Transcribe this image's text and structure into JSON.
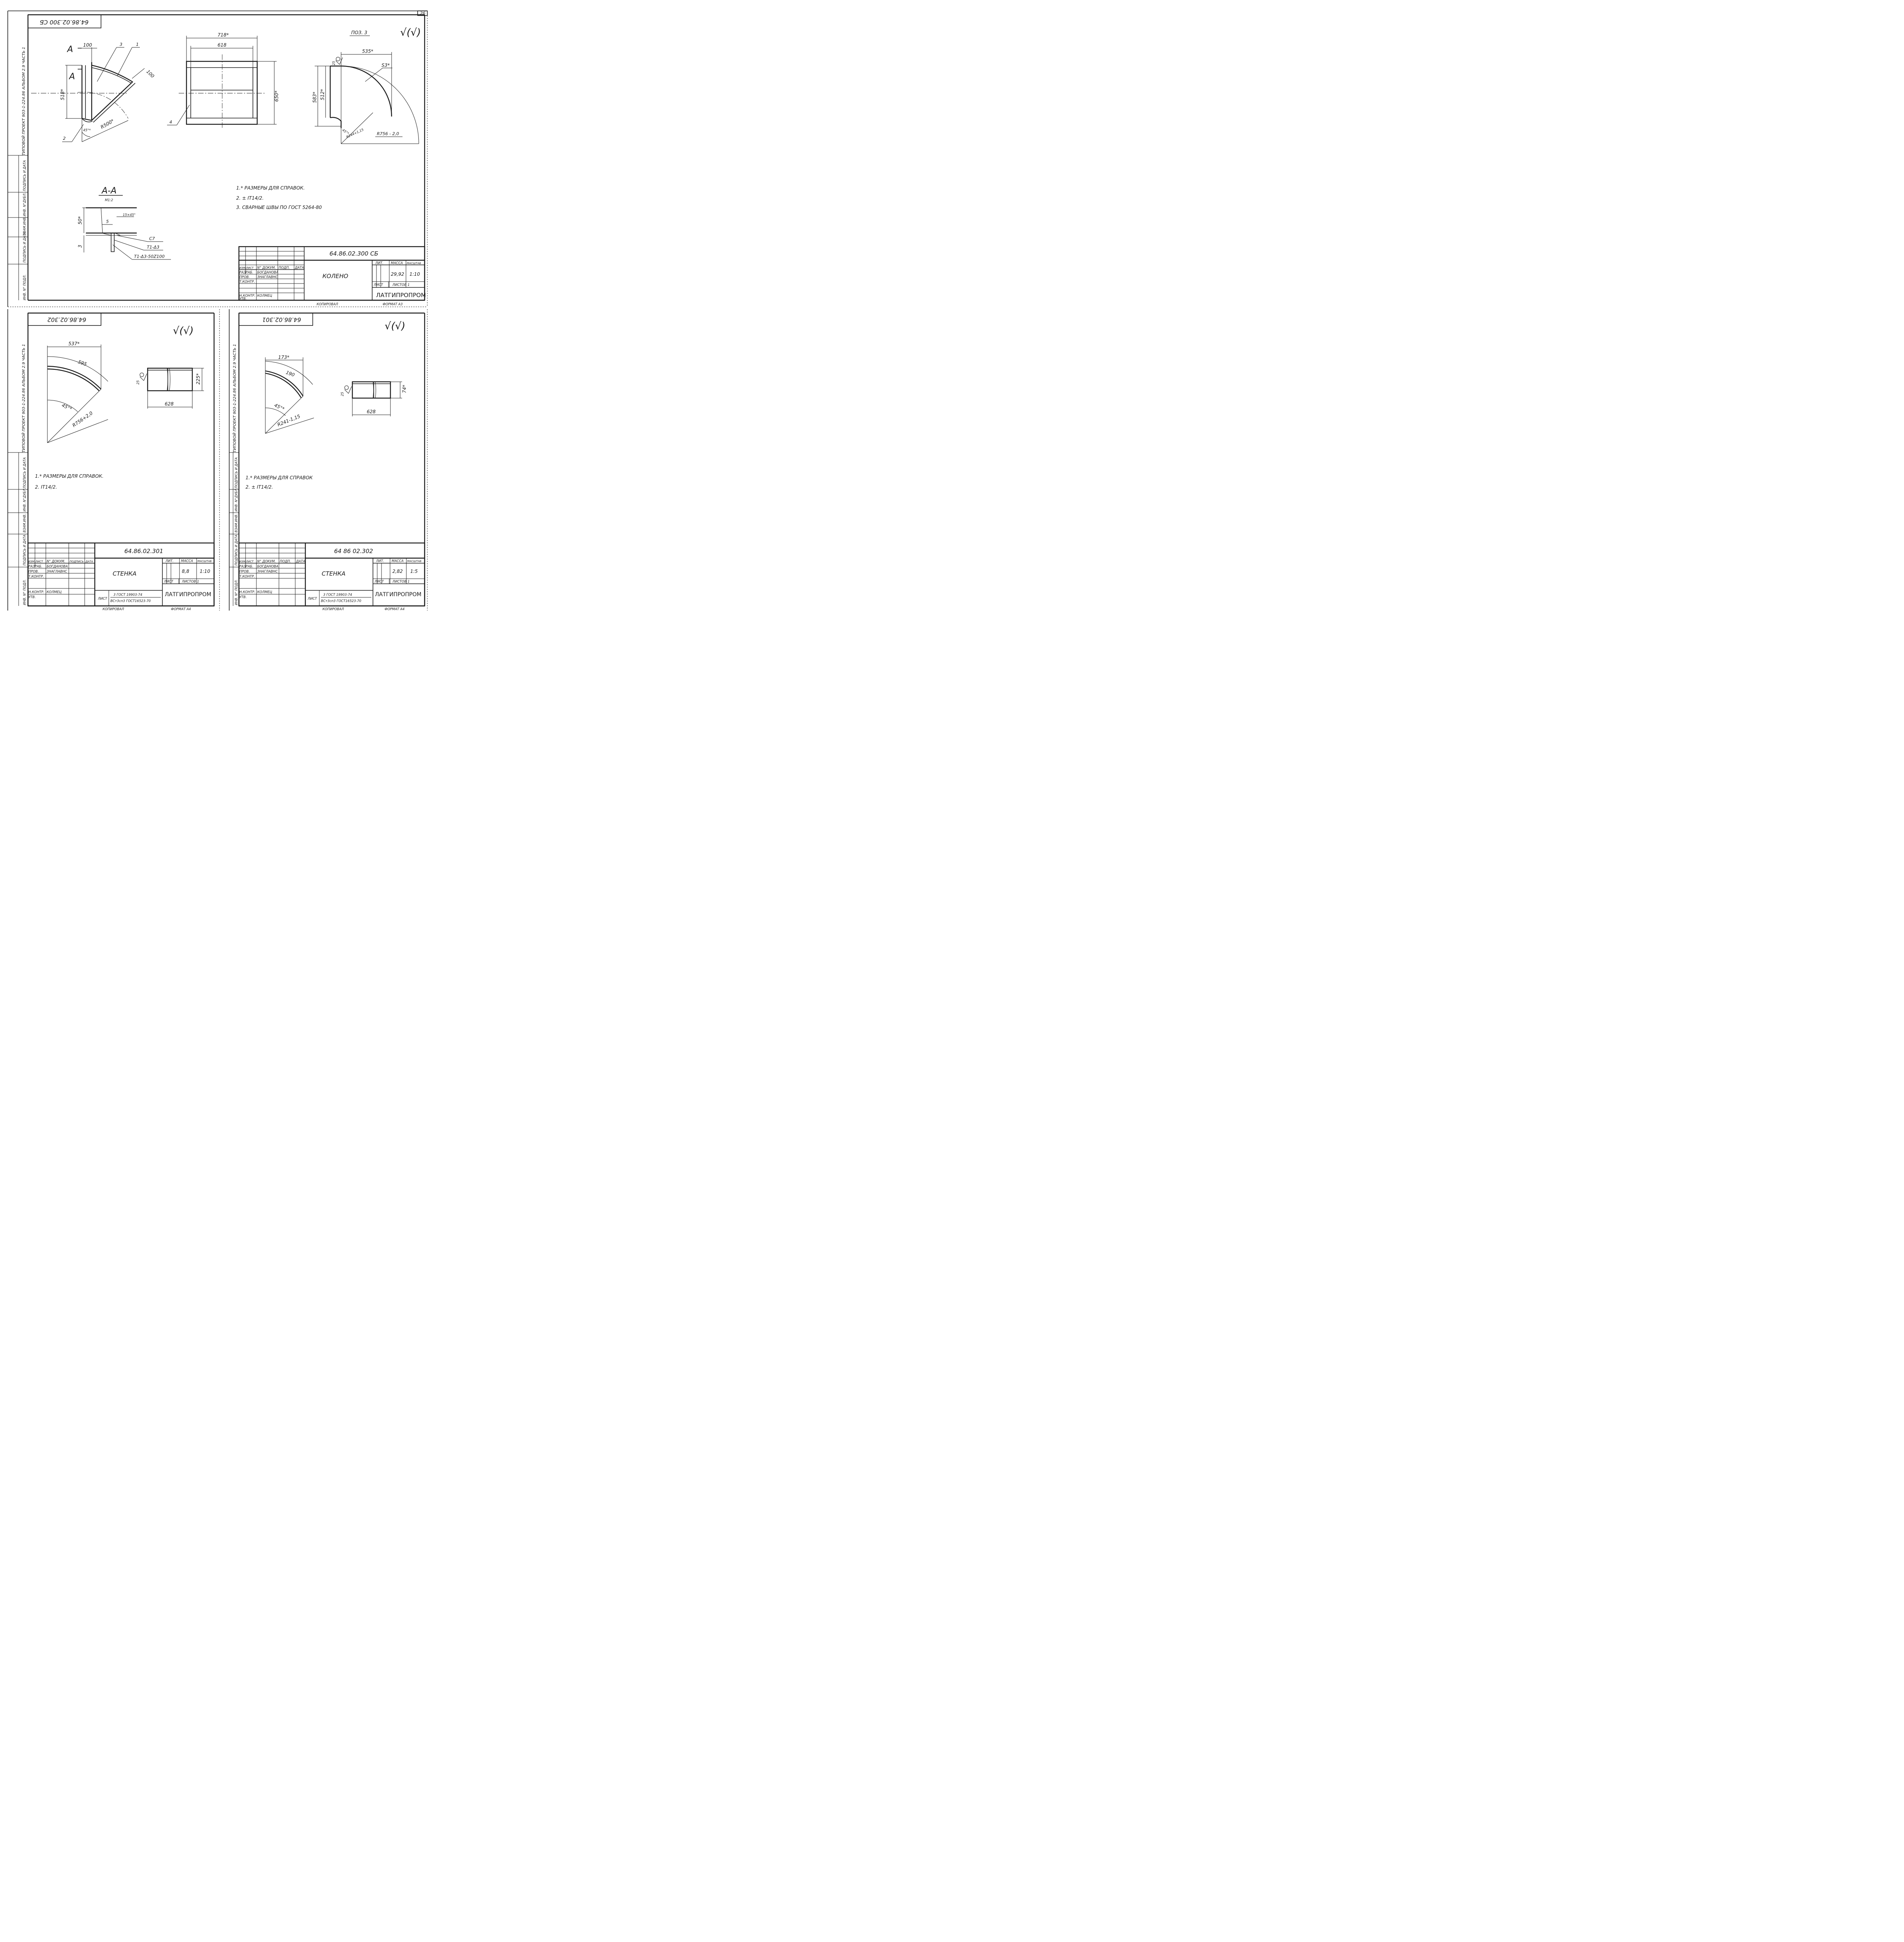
{
  "page_number": "26",
  "side_labels": {
    "top_left_column": "ТИПОВОЙ ПРОЕКТ 903-1-224.86 АЛЬБОМ 2.9 ЧАСТЬ 1",
    "top_left_stamps": "ИНВ. N° ПОДЛ. ПОДПИСЬ И ДАТА ВЗАМ.ИНВ. ИНВ. N°ДУБЛ. ПОДПИСЬ И ДАТА",
    "bottom_left_column": "ТИПОВОЙ ПРОЕКТ 903-1-224.86 АЛЬБОМ 2.9 ЧАСТЬ 1",
    "bottom_right_column": "ТИПОВОЙ ПРОЕКТ 903-1-224.86 АЛЬБОМ 2.9 ЧАСТЬ 1",
    "stamp_cells": [
      "ИНВ. N° ПОДЛ.",
      "ПОДПИСЬ И ДАТА",
      "ВЗАМ.ИНВ.",
      "ИНВ. N°ДУБЛ.",
      "ПОДПИСЬ И ДАТА"
    ]
  },
  "sheet_top": {
    "code_inverted": "64.86.02.300 СБ",
    "surface_symbol": "√(√)",
    "position_label": "ПОЗ. 3",
    "callouts": [
      "1",
      "2",
      "3",
      "4"
    ],
    "section_marks": [
      "А",
      "А"
    ],
    "dims": {
      "d100a": "100",
      "d100b": "100",
      "d518": "518*",
      "r500": "R500*",
      "a45": "45°*",
      "d718": "718*",
      "d618": "618",
      "d650": "650*",
      "d535": "535*",
      "d583": "583*",
      "d512": "512*",
      "s3": "S3*",
      "r756": "R756 - 2,0",
      "r244": "R244+1,15",
      "a45b": "45°*",
      "rough": "25"
    },
    "section": {
      "title": "А-А",
      "scale": "М1:2",
      "d50": "50*",
      "d15": "15×45°",
      "d5": "5",
      "d3": "3",
      "weld_1": "С7",
      "weld_2": "Т1-Δ3",
      "weld_3": "Т1-Δ3-50Z100"
    },
    "notes": [
      "1.* РАЗМЕРЫ ДЛЯ СПРАВОК.",
      "2. ± IT14/2.",
      "3. СВАРНЫЕ ШВЫ ПО ГОСТ 5264-80"
    ],
    "title_block": {
      "code": "64.86.02.300 СБ",
      "name": "КОЛЕНО",
      "header": [
        "ИЗМ.",
        "ЛИСТ",
        "N° ДОКУМ.",
        "ПОДП.",
        "ДАТА"
      ],
      "roles": [
        "РАЗРАБ.",
        "ПРОВ.",
        "Т.КОНТР.",
        "Н.КОНТР.",
        "УТВ."
      ],
      "names": [
        "БОГДАНОВА",
        "ЗНАГЛАВНС",
        "",
        "КОЛМЕЦ",
        ""
      ],
      "lit": "ЛИТ.",
      "mass_label": "МАССА",
      "scale_label": "МАСШТАБ",
      "mass": "29,92",
      "scale": "1:10",
      "sheet_label": "ЛИСТ",
      "sheets_label": "ЛИСТОВ 1",
      "org": "ЛАТГИПРОПРОМ",
      "copied": "КОПИРОВАЛ",
      "format": "ФОРМАТ А3"
    }
  },
  "sheet_bl": {
    "code_inverted": "64.86.02.302",
    "surface_symbol": "√(√)",
    "dims": {
      "d537": "537*",
      "d595": "595",
      "a45": "45°*",
      "r756": "R756+2,0",
      "d225": "225*",
      "d628": "628",
      "rough": "25"
    },
    "notes": [
      "1.* РАЗМЕРЫ ДЛЯ СПРАВОК.",
      "2. IT14/2."
    ],
    "title_block": {
      "code": "64.86.02.301",
      "name": "СТЕНКА",
      "header": [
        "ИЗМ.",
        "ЛИСТ",
        "N° ДОКУМ.",
        "ПОДПИСЬ",
        "ДАТА"
      ],
      "roles": [
        "РАЗРАБ.",
        "ПРОВ.",
        "Т.КОНТР.",
        "Н.КОНТР.",
        "УТВ."
      ],
      "names": [
        "БОГДАНОВА",
        "ЗНАГЛАВНС",
        "",
        "КОЛМЕЦ",
        ""
      ],
      "lit": "ЛИТ.",
      "mass_label": "МАССА",
      "scale_label": "МАСШТАБ",
      "mass": "8,8",
      "scale": "1:10",
      "sheet_label": "ЛИСТ",
      "sheets_label": "ЛИСТОВ 1",
      "material_label": "ЛИСТ",
      "material_1": "3 ГОСТ 19903-74",
      "material_2": "ВСт3сп3 ГОСТ16523-70",
      "org": "ЛАТГИПРОПРОМ",
      "copied": "КОПИРОВАЛ",
      "format": "ФОРМАТ А4"
    }
  },
  "sheet_br": {
    "code_inverted": "64.86.02.301",
    "surface_symbol": "√(√)",
    "dims": {
      "d173": "173*",
      "d190": "190",
      "a45": "45°*",
      "r241": "R241-1,15",
      "d74": "74*",
      "d628": "628",
      "rough": "25"
    },
    "notes": [
      "1.* РАЗМЕРЫ ДЛЯ СПРАВОК",
      "2. ± IT14/2."
    ],
    "title_block": {
      "code": "64 86 02.302",
      "name": "СТЕНКА",
      "header": [
        "ИЗМ.",
        "ЛИСТ",
        "N° ДОКУМ.",
        "ПОДП.",
        "ДАТА"
      ],
      "roles": [
        "РАЗРАБ.",
        "ПРОВ.",
        "Т.КОНТР.",
        "Н.КОНТР.",
        "УТВ."
      ],
      "names": [
        "БОГДАНОВА",
        "ЗНАГЛАВНС",
        "",
        "КОЛМЕЦ",
        ""
      ],
      "lit": "ЛИТ.",
      "mass_label": "МАССА",
      "scale_label": "МАСШТАБ",
      "mass": "2,82",
      "scale": "1:5",
      "sheet_label": "ЛИСТ",
      "sheets_label": "ЛИСТОВ 1",
      "material_label": "ЛИСТ",
      "material_1": "3 ГОСТ 19903-74",
      "material_2": "ВСт3сп3 ГОСТ16523-70",
      "org": "ЛАТГИПРОПРОМ",
      "copied": "КОПИРОВАЛ",
      "format": "ФОРМАТ А4"
    }
  }
}
